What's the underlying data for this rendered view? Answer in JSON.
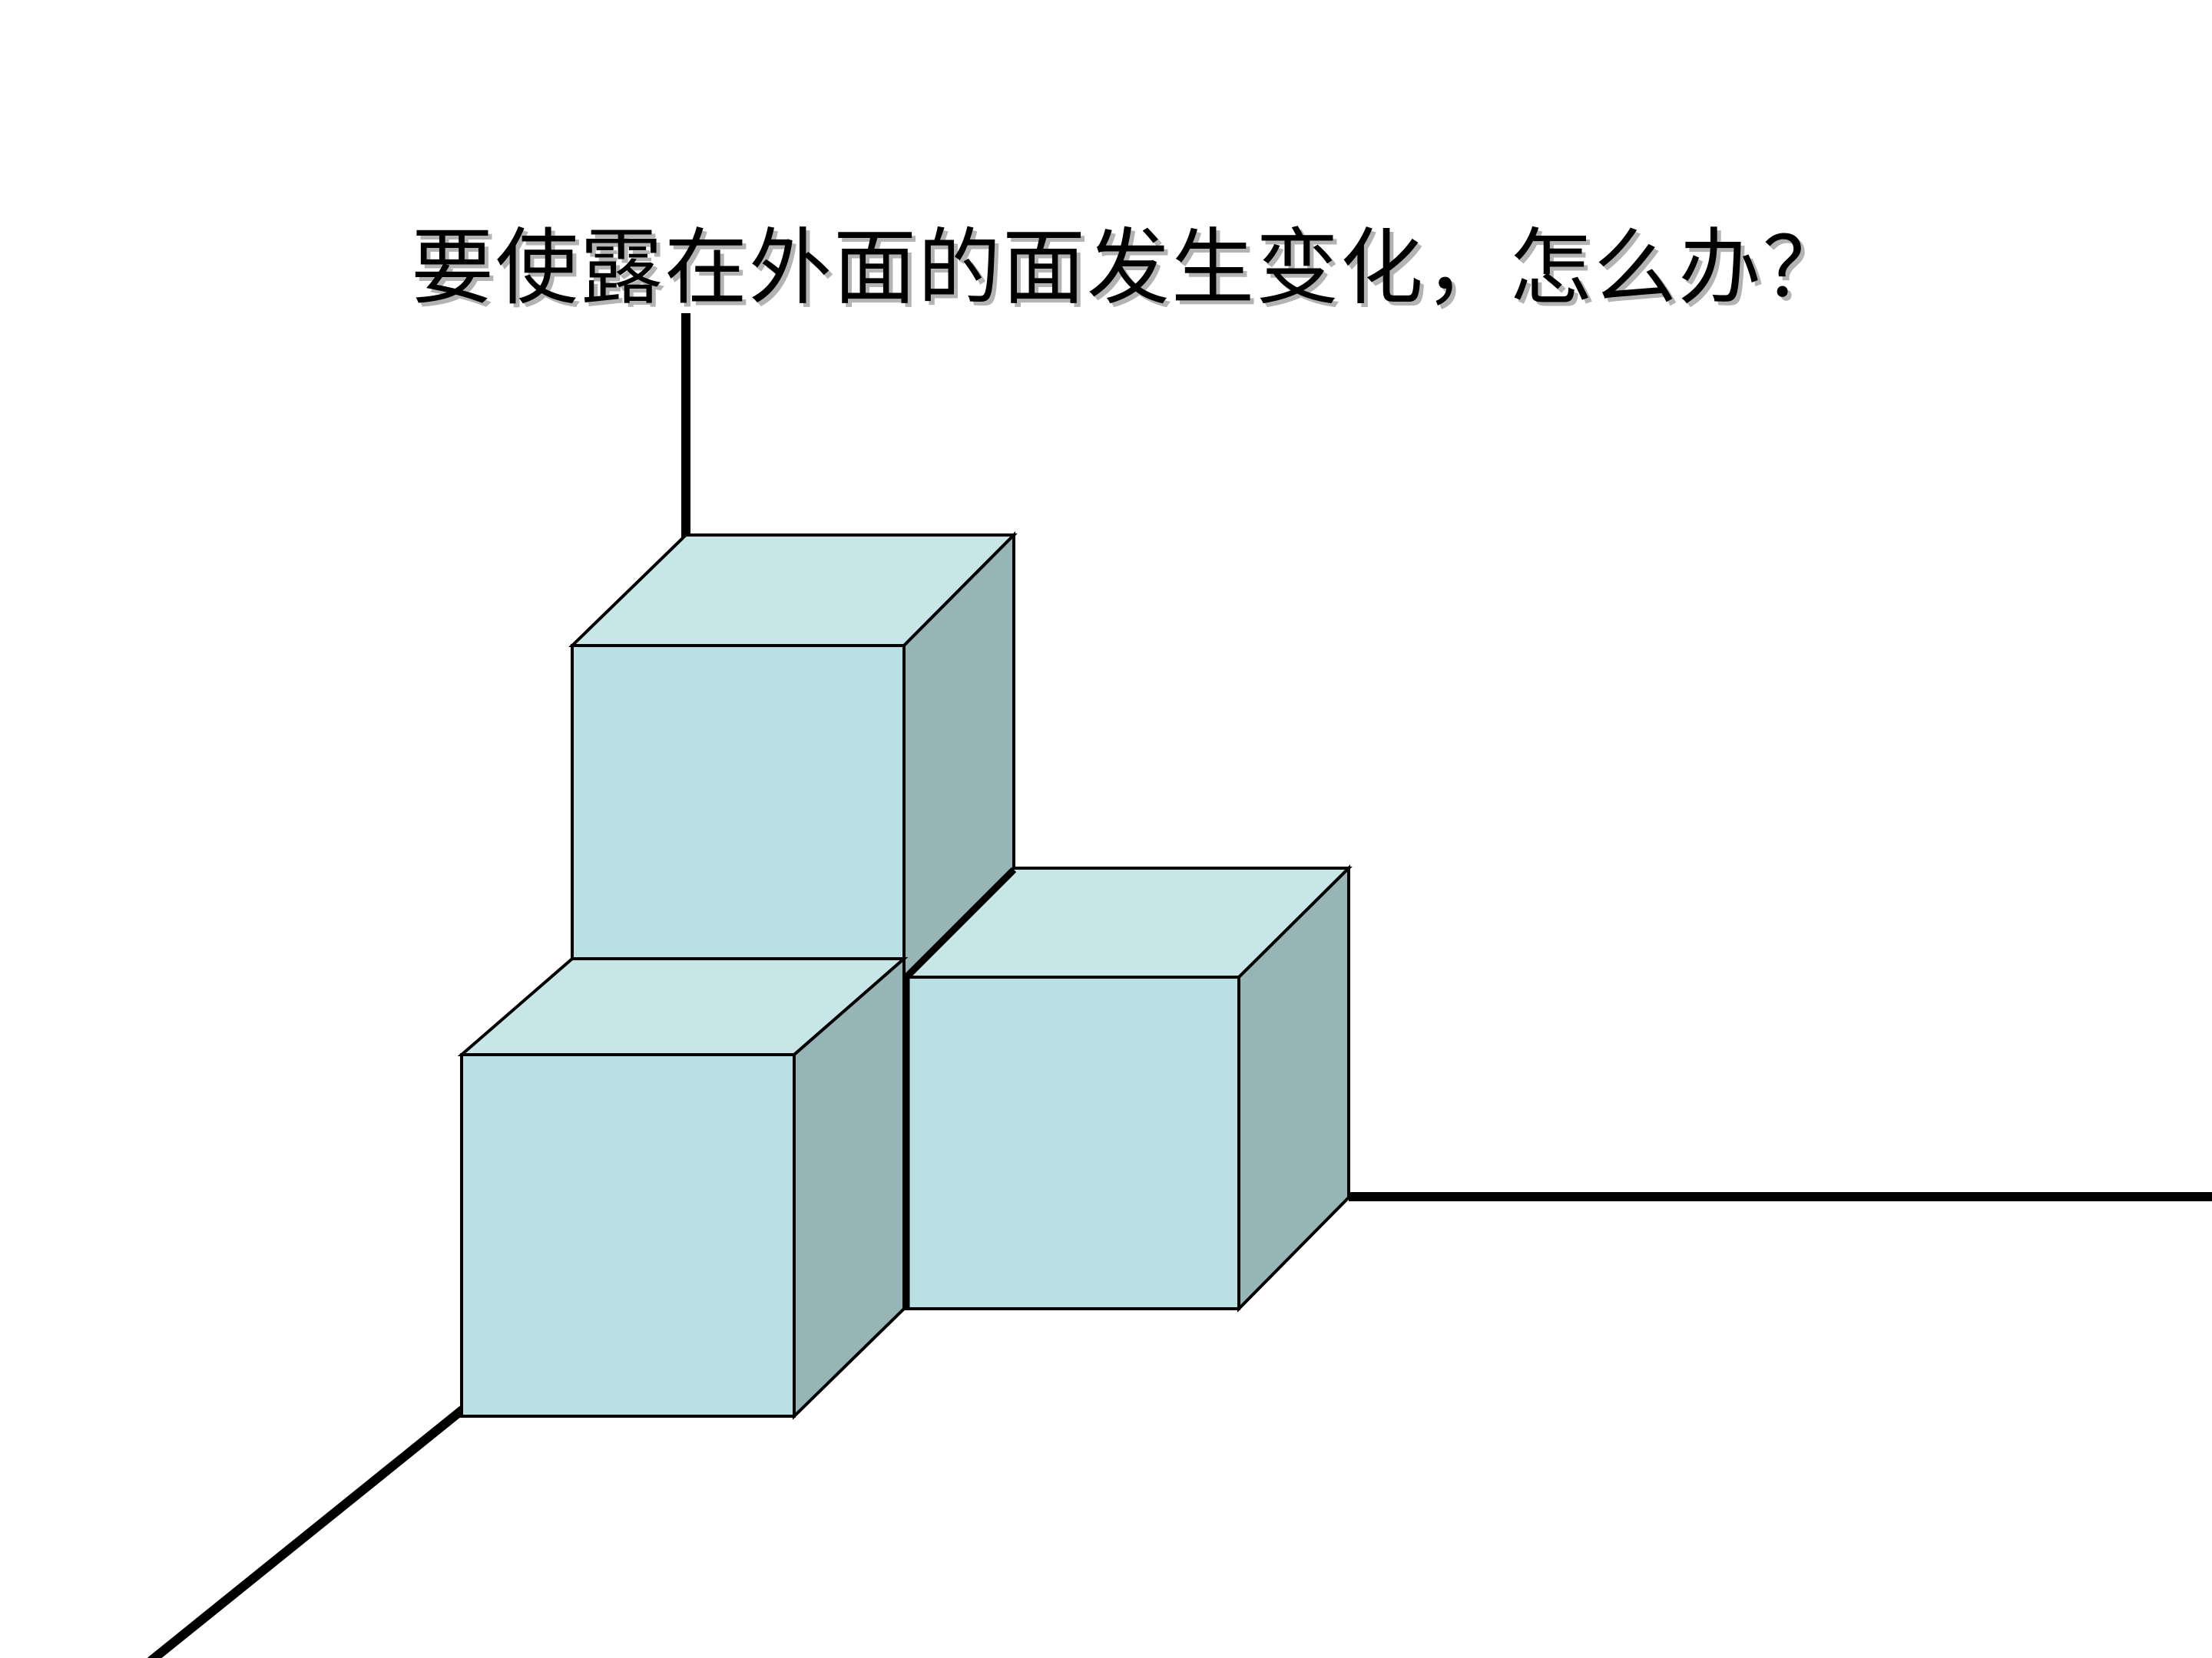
{
  "slide": {
    "title": "要使露在外面的面发生变化，怎么办？"
  },
  "colors": {
    "background": "#ffffff",
    "cube_front": "#bbe0e3",
    "cube_top": "#c8e6e8",
    "cube_side": "#97b4b6",
    "outline": "#000000"
  },
  "diagram": {
    "description": "Three unit cubes stacked in a corner formed by three axes",
    "cubes": [
      {
        "name": "top-cube",
        "position": "upper back"
      },
      {
        "name": "front-left-cube",
        "position": "lower front"
      },
      {
        "name": "right-cube",
        "position": "lower right"
      }
    ],
    "axes": [
      "vertical",
      "horizontal-right",
      "diagonal-left"
    ]
  }
}
